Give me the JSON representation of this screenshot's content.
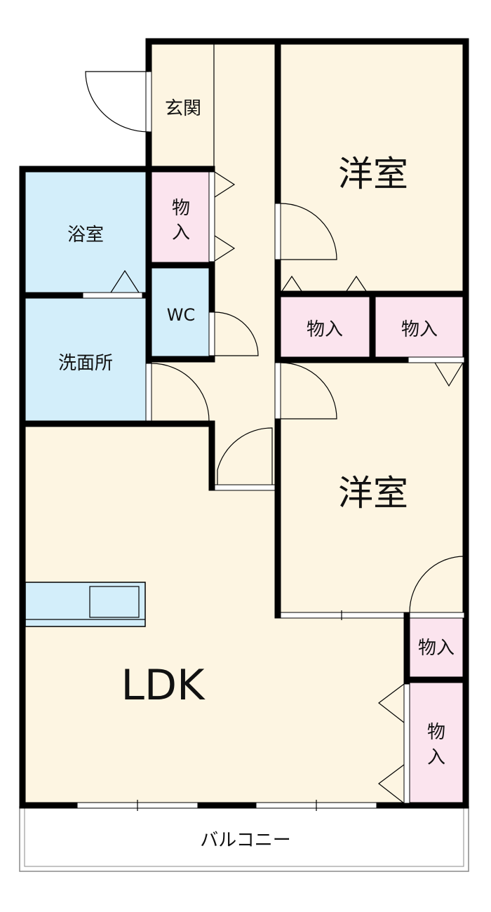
{
  "colors": {
    "floor": "#fdf5e2",
    "wet": "#d3eefa",
    "storage": "#fbe4ee",
    "wall": "#000000"
  },
  "rooms": {
    "genkan": "玄関",
    "western_upper": "洋室",
    "western_lower": "洋室",
    "bath": "浴室",
    "washroom": "洗面所",
    "wc": "WC",
    "ldk": "LDK",
    "balcony": "バルコニー",
    "closet_hall": [
      "物",
      "入"
    ],
    "closet_upper_left": "物入",
    "closet_upper_right": "物入",
    "closet_right_small": "物入",
    "closet_right_tall": [
      "物",
      "入"
    ]
  }
}
